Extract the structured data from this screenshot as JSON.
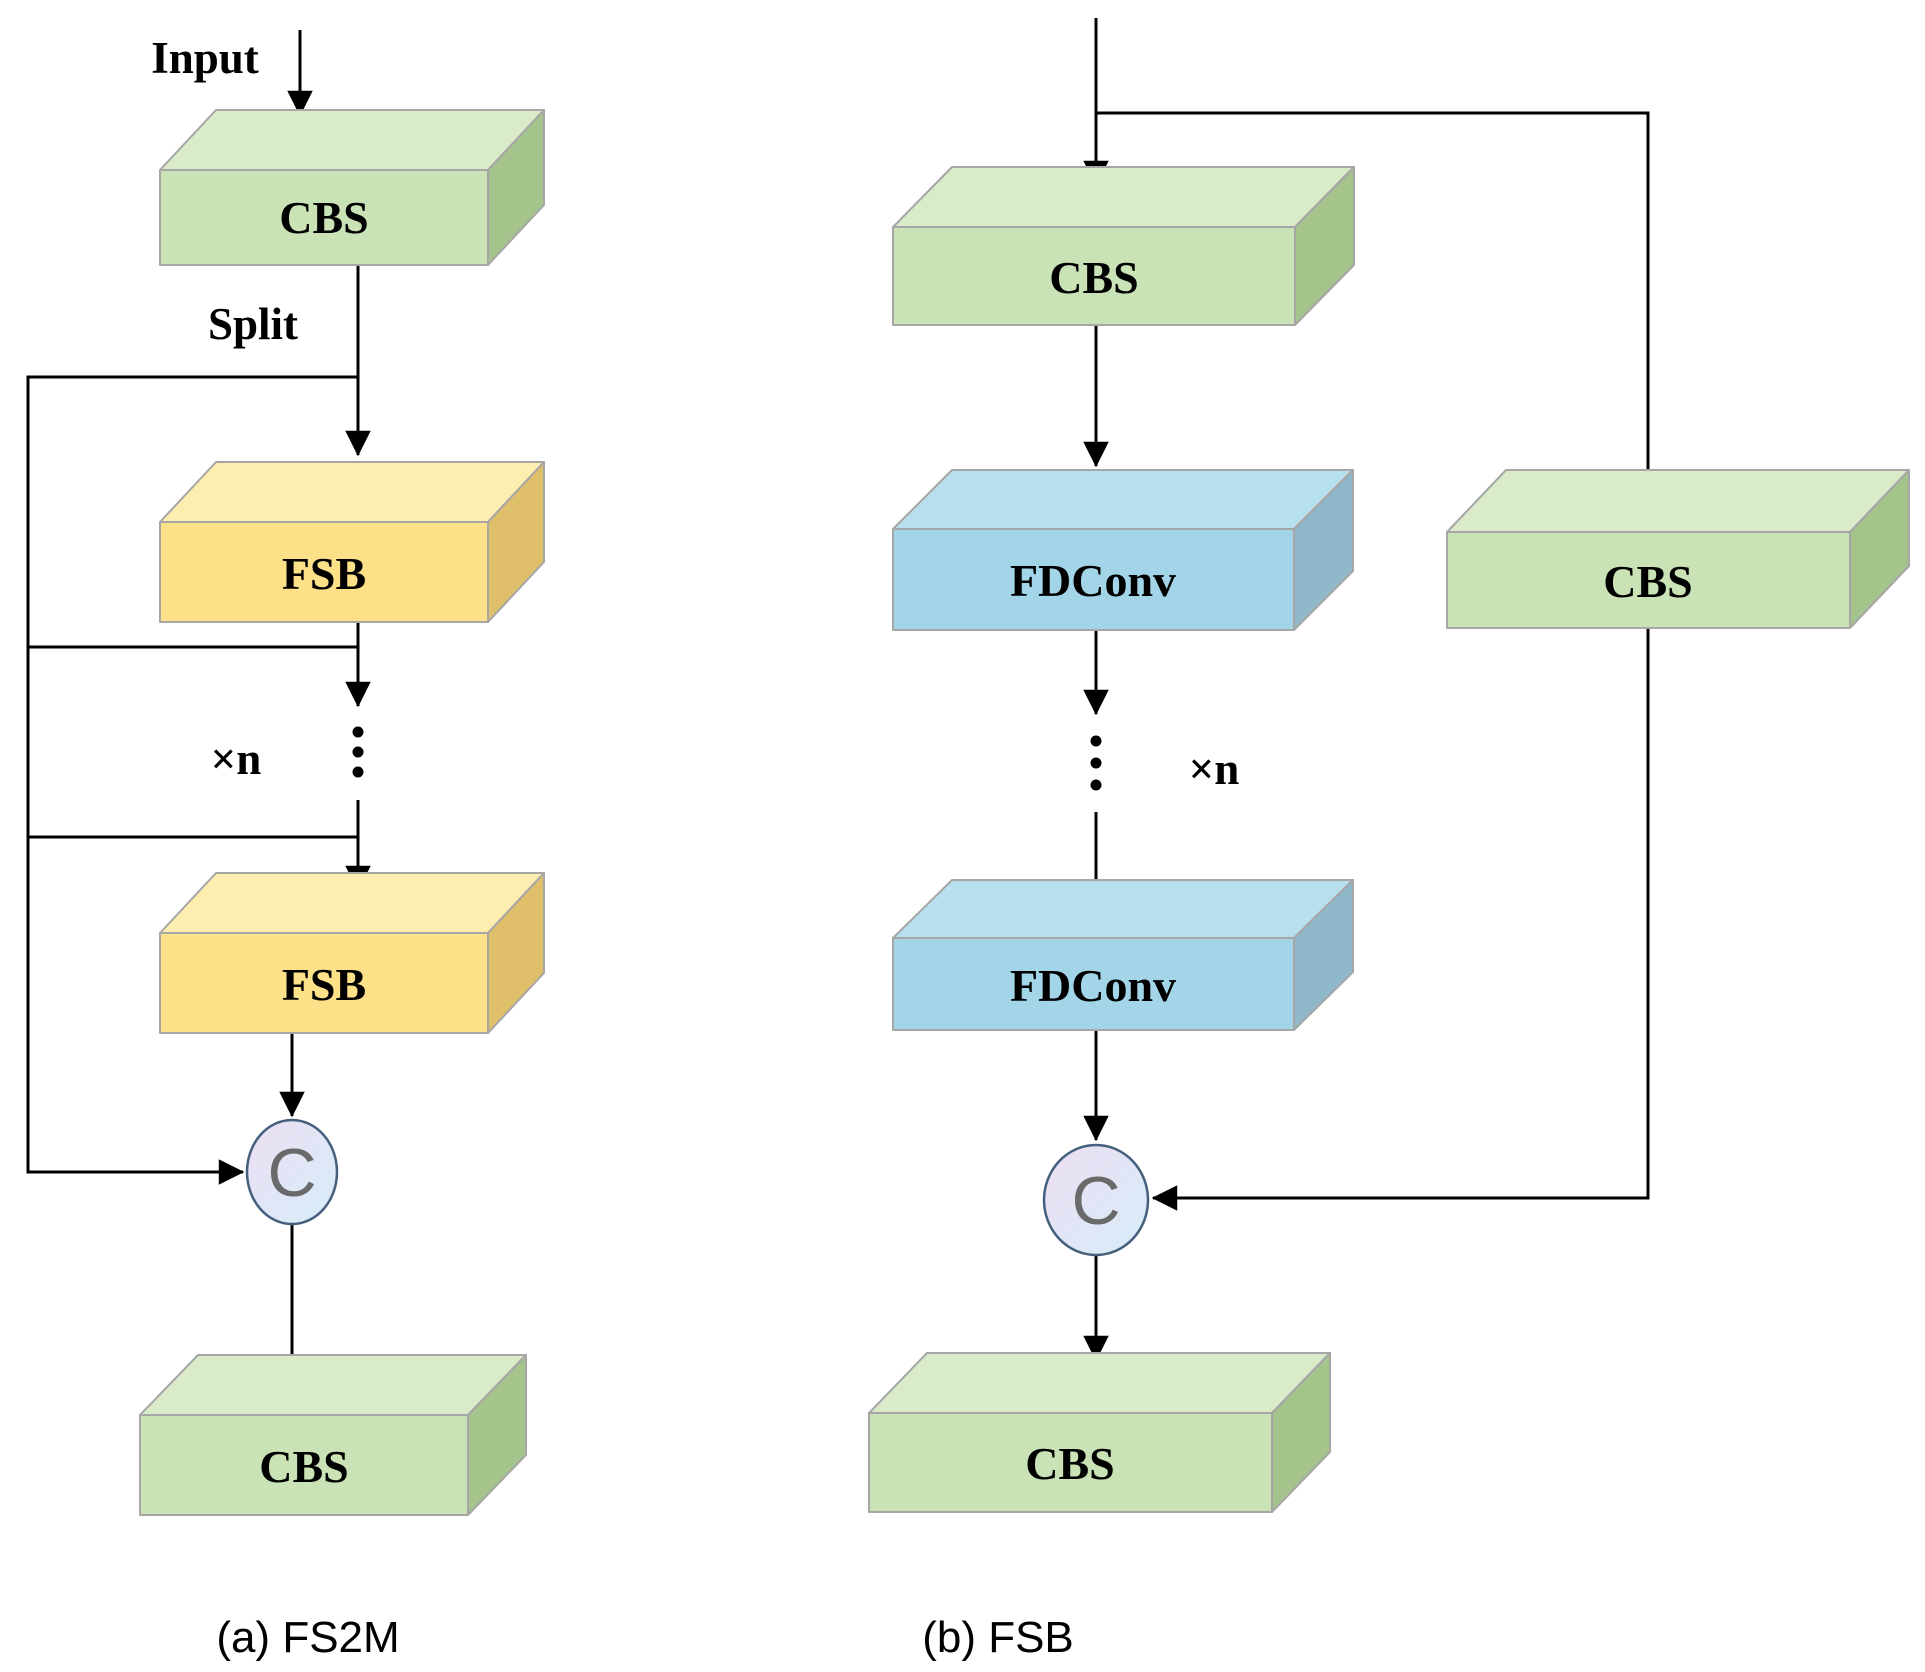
{
  "panel_a": {
    "caption": "(a) FS2M",
    "labels": {
      "input": "Input",
      "split": "Split",
      "repeat": "×n",
      "concat": "C"
    },
    "blocks": {
      "cbs_top": "CBS",
      "fsb_1": "FSB",
      "fsb_2": "FSB",
      "cbs_bottom": "CBS"
    }
  },
  "panel_b": {
    "caption": "(b) FSB",
    "labels": {
      "repeat": "×n",
      "concat": "C"
    },
    "blocks": {
      "cbs_top": "CBS",
      "fdconv_1": "FDConv",
      "fdconv_2": "FDConv",
      "cbs_shortcut": "CBS",
      "cbs_bottom": "CBS"
    }
  },
  "colors": {
    "green_front": "#c9e2b6",
    "green_top": "#d9ebc9",
    "green_side": "#a5c48c",
    "yellow_front": "#fde189",
    "yellow_top": "#fdedae",
    "yellow_side": "#e0bf6a",
    "blue_front": "#a2d5e7",
    "blue_top": "#b7e0ee",
    "blue_side": "#8fb9cb",
    "edge": "#a6a6a6",
    "line": "#000000",
    "concat_border": "#44607c",
    "concat_letter": "#6a6a6a",
    "concat_fill_start": "#ecdef3",
    "concat_fill_end": "#d7edf8"
  }
}
